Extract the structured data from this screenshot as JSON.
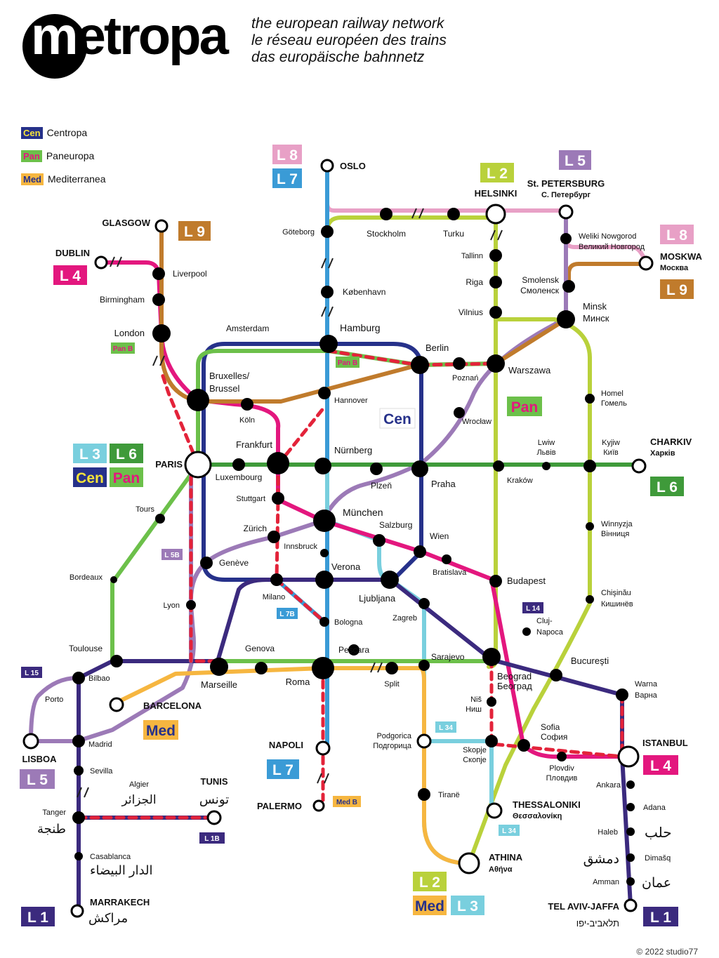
{
  "header": {
    "logo_text": "metropa",
    "tagline_en": "the european railway network",
    "tagline_fr": "le réseau européen des trains",
    "tagline_de": "das europäische bahnnetz"
  },
  "legend": [
    {
      "code": "Cen",
      "label": "Centropa",
      "bg": "#ffffff",
      "fg": "#1c2a8a",
      "border": "#1c2a8a"
    },
    {
      "code": "Pan",
      "label": "Paneuropa",
      "bg": "#6cc04a",
      "fg": "#e3177e",
      "border": "#6cc04a"
    },
    {
      "code": "Med",
      "label": "Mediterranea",
      "bg": "#f6b640",
      "fg": "#1c2a8a",
      "border": "#f6b640"
    }
  ],
  "colors": {
    "L1": "#3b2a7e",
    "L2": "#b9d13b",
    "L3": "#79cfde",
    "L4": "#e3177e",
    "L5": "#9c7ab7",
    "L6": "#3f9a3a",
    "L7": "#3a9bd6",
    "L8": "#e8a0c6",
    "L9": "#c07b2c",
    "Cen": "#26318a",
    "Pan": "#6cc04a",
    "Med": "#f6b640",
    "red": "#e3233a"
  },
  "copyright": "© 2022 studio77",
  "badges": [
    {
      "text": "L 8",
      "bg": "#e8a0c6",
      "fg": "#fff"
    },
    {
      "text": "L 7",
      "bg": "#3a9bd6",
      "fg": "#fff"
    },
    {
      "text": "L 2",
      "bg": "#b9d13b",
      "fg": "#fff"
    },
    {
      "text": "L 5",
      "bg": "#9c7ab7",
      "fg": "#fff"
    },
    {
      "text": "L 9",
      "bg": "#c07b2c",
      "fg": "#fff"
    },
    {
      "text": "L 4",
      "bg": "#e3177e",
      "fg": "#fff"
    },
    {
      "text": "L 8",
      "bg": "#e8a0c6",
      "fg": "#fff"
    },
    {
      "text": "L 9",
      "bg": "#c07b2c",
      "fg": "#fff"
    },
    {
      "text": "L 3",
      "bg": "#79cfde",
      "fg": "#fff"
    },
    {
      "text": "L 6",
      "bg": "#3f9a3a",
      "fg": "#fff"
    },
    {
      "text": "Cen",
      "bg": "#26318a",
      "fg": "#f6e33a"
    },
    {
      "text": "Pan",
      "bg": "#6cc04a",
      "fg": "#e3177e"
    },
    {
      "text": "Cen",
      "bg": "#ffffff",
      "fg": "#26318a"
    },
    {
      "text": "Pan",
      "bg": "#6cc04a",
      "fg": "#e3177e"
    },
    {
      "text": "L 6",
      "bg": "#3f9a3a",
      "fg": "#fff"
    },
    {
      "text": "Med",
      "bg": "#f6b640",
      "fg": "#26318a"
    },
    {
      "text": "L 5",
      "bg": "#9c7ab7",
      "fg": "#fff"
    },
    {
      "text": "L 7",
      "bg": "#3a9bd6",
      "fg": "#fff"
    },
    {
      "text": "L 4",
      "bg": "#e3177e",
      "fg": "#fff"
    },
    {
      "text": "L 2",
      "bg": "#b9d13b",
      "fg": "#fff"
    },
    {
      "text": "Med",
      "bg": "#f6b640",
      "fg": "#26318a"
    },
    {
      "text": "L 3",
      "bg": "#79cfde",
      "fg": "#fff"
    },
    {
      "text": "L 1",
      "bg": "#3b2a7e",
      "fg": "#fff"
    },
    {
      "text": "L 1",
      "bg": "#3b2a7e",
      "fg": "#fff"
    }
  ],
  "mini_badges": [
    {
      "text": "Pan B",
      "bg": "#6cc04a",
      "fg": "#e3177e"
    },
    {
      "text": "Pan B",
      "bg": "#6cc04a",
      "fg": "#e3177e"
    },
    {
      "text": "L 5B",
      "bg": "#9c7ab7",
      "fg": "#fff"
    },
    {
      "text": "L 7B",
      "bg": "#3a9bd6",
      "fg": "#fff"
    },
    {
      "text": "L 14",
      "bg": "#3b2a7e",
      "fg": "#fff"
    },
    {
      "text": "L 15",
      "bg": "#3b2a7e",
      "fg": "#fff"
    },
    {
      "text": "L 34",
      "bg": "#79cfde",
      "fg": "#fff"
    },
    {
      "text": "L 34",
      "bg": "#79cfde",
      "fg": "#fff"
    },
    {
      "text": "L 1B",
      "bg": "#3b2a7e",
      "fg": "#fff"
    },
    {
      "text": "Med B",
      "bg": "#f6b640",
      "fg": "#26318a"
    }
  ],
  "stations": [
    "OSLO",
    "Göteborg",
    "Stockholm",
    "Turku",
    "HELSINKI",
    "St. PETERSBURG",
    "С. Петербург",
    "Weliki Nowgorod",
    "Великий Новгород",
    "MOSKWA",
    "Москва",
    "Tallinn",
    "Riga",
    "Vilnius",
    "Smolensk",
    "Смоленск",
    "Minsk",
    "Минск",
    "København",
    "Hamburg",
    "Berlin",
    "Poznań",
    "Warszawa",
    "GLASGOW",
    "DUBLIN",
    "Liverpool",
    "Birmingham",
    "London",
    "Amsterdam",
    "Bruxelles/",
    "Brussel",
    "Köln",
    "Hannover",
    "Wrocław",
    "Homel",
    "Гомель",
    "Frankfurt",
    "Nürnberg",
    "Lwiw",
    "Львів",
    "Kyjiw",
    "Київ",
    "CHARKIV",
    "Харків",
    "PARIS",
    "Luxembourg",
    "Plzeň",
    "Praha",
    "Kraków",
    "Stuttgart",
    "Tours",
    "München",
    "Salzburg",
    "Wien",
    "Zürich",
    "Innsbruck",
    "Winnyzja",
    "Вінниця",
    "Bratislava",
    "Genève",
    "Verona",
    "Budapest",
    "Bordeaux",
    "Milano",
    "Ljubljana",
    "Chişinău",
    "Кишинёв",
    "Lyon",
    "Zagreb",
    "Bologna",
    "Cluj-",
    "Napoca",
    "Toulouse",
    "Genova",
    "Pescara",
    "Sarajevo",
    "Bucureşti",
    "Bilbao",
    "Marseille",
    "Roma",
    "Split",
    "Beograd",
    "Београд",
    "Warna",
    "Варна",
    "Porto",
    "BARCELONA",
    "Niš",
    "Ниш",
    "Podgorica",
    "Подгорица",
    "Sofia",
    "София",
    "ISTANBUL",
    "LISBOA",
    "Madrid",
    "NAPOLI",
    "Skopje",
    "Скопје",
    "Plovdiv",
    "Пловдив",
    "Ankara",
    "Sevilla",
    "Algier",
    "الجزائر",
    "TUNIS",
    "تونس",
    "PALERMO",
    "Tiranë",
    "THESSALONIKI",
    "Θεσσαλονίκη",
    "Adana",
    "Tanger",
    "طنجة",
    "Haleb",
    "حلب",
    "Casablanca",
    "الدار البيضاء",
    "ATHINA",
    "Αθήνα",
    "Dimašq",
    "دمشق",
    "Amman",
    "عمان",
    "MARRAKECH",
    "مراكش",
    "TEL AVIV-JAFFA",
    "תלאביב-יפו"
  ]
}
